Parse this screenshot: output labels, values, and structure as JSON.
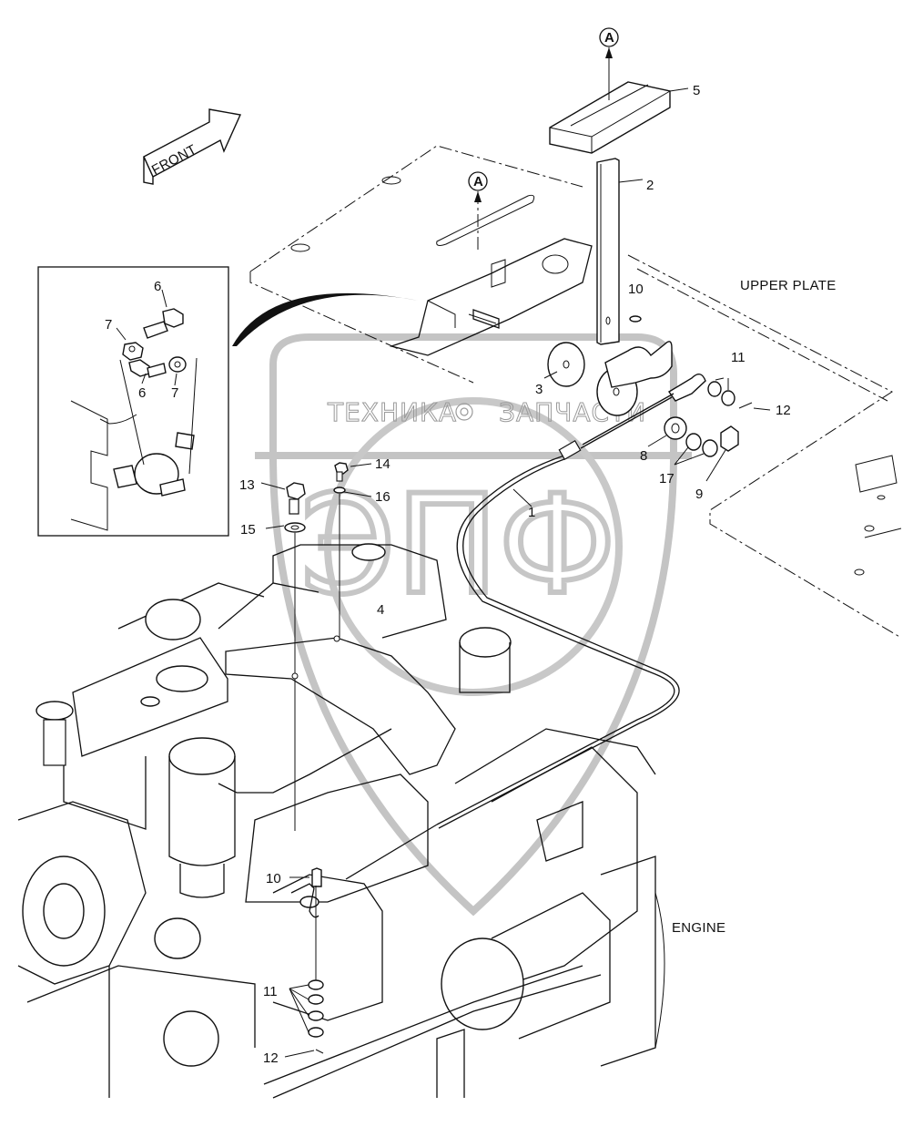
{
  "diagram": {
    "title_arrow": "FRONT",
    "region_labels": {
      "upper_plate": "UPPER PLATE",
      "engine": "ENGINE"
    },
    "view_markers": [
      "A",
      "A"
    ],
    "watermark": {
      "left_word": "ТЕХНИКА",
      "right_word": "ЗАПЧАСТИ",
      "logo_letters": "ЭПФ"
    },
    "callouts": [
      {
        "id": "c1",
        "text": "1"
      },
      {
        "id": "c2",
        "text": "2"
      },
      {
        "id": "c3",
        "text": "3"
      },
      {
        "id": "c4",
        "text": "4"
      },
      {
        "id": "c5",
        "text": "5"
      },
      {
        "id": "c6a",
        "text": "6"
      },
      {
        "id": "c6b",
        "text": "6"
      },
      {
        "id": "c7a",
        "text": "7"
      },
      {
        "id": "c7b",
        "text": "7"
      },
      {
        "id": "c8",
        "text": "8"
      },
      {
        "id": "c9",
        "text": "9"
      },
      {
        "id": "c10a",
        "text": "10"
      },
      {
        "id": "c10b",
        "text": "10"
      },
      {
        "id": "c11a",
        "text": "11"
      },
      {
        "id": "c11b",
        "text": "11"
      },
      {
        "id": "c12a",
        "text": "12"
      },
      {
        "id": "c12b",
        "text": "12"
      },
      {
        "id": "c13",
        "text": "13"
      },
      {
        "id": "c14",
        "text": "14"
      },
      {
        "id": "c15",
        "text": "15"
      },
      {
        "id": "c16",
        "text": "16"
      },
      {
        "id": "c17",
        "text": "17"
      }
    ]
  }
}
